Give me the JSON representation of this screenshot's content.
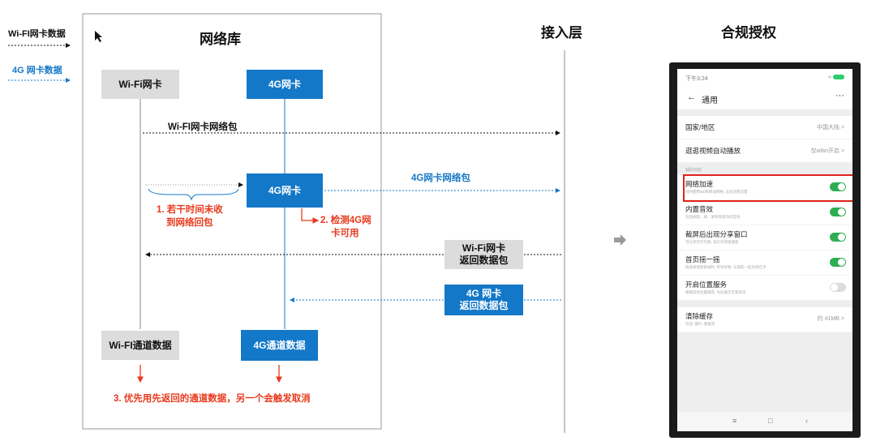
{
  "legend": {
    "wifi_label": "Wi-FI网卡数据",
    "g4_label": "4G 网卡数据",
    "wifi_color": "#111111",
    "g4_color": "#1478c8"
  },
  "titles": {
    "network_lib": "网络库",
    "access_layer": "接入层",
    "compliance": "合规授权"
  },
  "boxes": {
    "wifi_card": "Wi-Fi网卡",
    "g4_card_top": "4G网卡",
    "g4_card_mid": "4G网卡",
    "wifi_return": [
      "Wi-Fi网卡",
      "返回数据包"
    ],
    "g4_return": [
      "4G 网卡",
      "返回数据包"
    ],
    "wifi_channel": "Wi-FI通道数据",
    "g4_channel": "4G通道数据"
  },
  "messages": {
    "wifi_packet": "Wi-FI网卡网络包",
    "g4_packet": "4G网卡网络包"
  },
  "notes": {
    "note1": [
      "1. 若干时间未收",
      "到网络回包"
    ],
    "note2": [
      "2. 检测4G网",
      "卡可用"
    ],
    "note3": "3. 优先用先返回的通道数据，另一个会触发取消"
  },
  "colors": {
    "blue": "#1478c8",
    "red": "#e8391c",
    "gray_box": "#dcdcdc"
  },
  "phone": {
    "status_time": "下午3:24",
    "nav_title": "通用",
    "rows_top": [
      {
        "label": "国家/地区",
        "value": "中国大陆 >"
      },
      {
        "label": "逛逛视频自动播放",
        "value": "仅wlan开启 >"
      }
    ],
    "section_caption": "辅助功能",
    "rows_toggle": [
      {
        "label": "网络加速",
        "sub": "同时使用wifi和移动网络, 这会消耗流量",
        "on": true
      },
      {
        "label": "内置音效",
        "sub": "包括刷新、摔、发布等操作的音效",
        "on": true
      },
      {
        "label": "截屏后出现分享窗口",
        "sub": "可分享至钉钉群, 淘口令等给朋友",
        "on": true
      },
      {
        "label": "首页摇一摇",
        "sub": "快速发现新鲜福利, 带有好物, 与朋友一起也很在乎",
        "on": true
      },
      {
        "label": "开启位置服务",
        "sub": "根据您的位置推荐, 为您展示丰富资讯",
        "on": false
      }
    ],
    "row_cache": {
      "label": "清除缓存",
      "sub": "包括: 图片, 数据等",
      "value": "约 41MB >"
    },
    "bottom_nav": [
      "≡",
      "□",
      "‹"
    ]
  }
}
